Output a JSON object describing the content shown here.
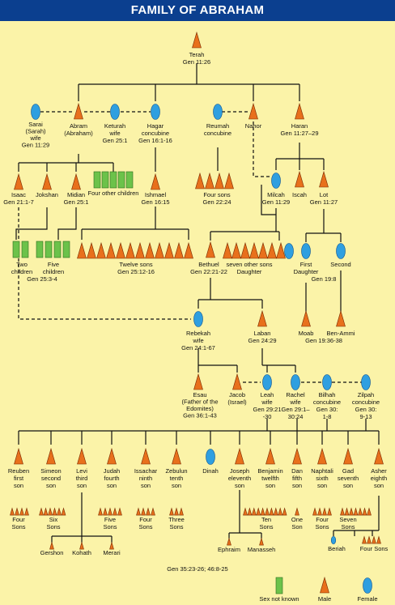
{
  "title": "FAMILY OF ABRAHAM",
  "colors": {
    "male": "#e8701c",
    "female": "#2f9fe0",
    "unknown": "#6cc24a",
    "header": "#0b3f8f",
    "background": "#fbf3a8"
  },
  "people": {
    "terah": [
      "Terah",
      "Gen 11:26"
    ],
    "sarai": [
      "Sarai",
      "(Sarah)",
      "wife",
      "Gen 11:29"
    ],
    "abram": [
      "Abram",
      "(Abraham)"
    ],
    "keturah": [
      "Keturah",
      "wife",
      "Gen 25:1"
    ],
    "hagar": [
      "Hagar",
      "concubine",
      "Gen 16:1-16"
    ],
    "reumah": [
      "Reumah",
      "concubine"
    ],
    "nahor": [
      "Nahor"
    ],
    "haran": [
      "Haran",
      "Gen 11:27–29"
    ],
    "isaac": [
      "Isaac",
      "Gen 21:1-7"
    ],
    "jokshan": [
      "Jokshan"
    ],
    "midian": [
      "Midian",
      "Gen 25:1"
    ],
    "four_other_children": [
      "Four other children"
    ],
    "ishmael": [
      "Ishmael",
      "Gen 16:15"
    ],
    "four_sons_reumah": [
      "Four sons",
      "Gen 22:24"
    ],
    "milcah": [
      "Milcah",
      "Gen 11:29"
    ],
    "iscah": [
      "Iscah"
    ],
    "lot": [
      "Lot",
      "Gen 11:27"
    ],
    "two_children": [
      "Two",
      "children"
    ],
    "five_children": [
      "Five",
      "children"
    ],
    "gen_25_3_4": [
      "Gen 25:3-4"
    ],
    "twelve_sons": [
      "Twelve sons",
      "Gen 25:12-16"
    ],
    "bethuel": [
      "Bethuel",
      "Gen 22:21-22"
    ],
    "seven_other_sons": [
      "seven other sons",
      "Daughter"
    ],
    "first_daughter": [
      "First",
      "Daughter"
    ],
    "second_daughter": [
      "Second"
    ],
    "gen_19_8": [
      "Gen 19:8"
    ],
    "moab": [
      "Moab"
    ],
    "ben_ammi": [
      "Ben-Ammi"
    ],
    "gen_19_36_38": [
      "Gen 19:36-38"
    ],
    "rebekah": [
      "Rebekah",
      "wife",
      "Gen 24:1-67"
    ],
    "laban": [
      "Laban",
      "Gen 24:29"
    ],
    "esau": [
      "Esau",
      "(Father of the",
      "Edomites)",
      "Gen 36:1-43"
    ],
    "jacob": [
      "Jacob",
      "(Israel)"
    ],
    "leah": [
      "Leah",
      "wife",
      "Gen 29:21",
      "-30"
    ],
    "rachel": [
      "Rachel",
      "wife",
      "Gen 29:1–",
      "30:24"
    ],
    "bilhah": [
      "Bilhah",
      "concubine",
      "Gen 30:",
      "1-8"
    ],
    "zilpah": [
      "Zilpah",
      "concubine",
      "Gen 30:",
      "9-13"
    ],
    "reuben": [
      "Reuben",
      "first",
      "son"
    ],
    "simeon": [
      "Simeon",
      "second",
      "son"
    ],
    "levi": [
      "Levi",
      "third",
      "son"
    ],
    "judah": [
      "Judah",
      "fourth",
      "son"
    ],
    "issachar": [
      "Issachar",
      "ninth",
      "son"
    ],
    "zebulun": [
      "Zebulun",
      "tenth",
      "son"
    ],
    "dinah": [
      "Dinah"
    ],
    "joseph": [
      "Joseph",
      "eleventh",
      "son"
    ],
    "benjamin": [
      "Benjamin",
      "twelfth",
      "son"
    ],
    "dan": [
      "Dan",
      "fifth",
      "son"
    ],
    "naphtali": [
      "Naphtali",
      "sixth",
      "son"
    ],
    "gad": [
      "Gad",
      "seventh",
      "son"
    ],
    "asher": [
      "Asher",
      "eighth",
      "son"
    ],
    "reuben_sons": [
      "Four",
      "Sons"
    ],
    "simeon_sons": [
      "Six",
      "Sons"
    ],
    "judah_sons": [
      "Five",
      "Sons"
    ],
    "issachar_sons": [
      "Four",
      "Sons"
    ],
    "zebulun_sons": [
      "Three",
      "Sons"
    ],
    "benjamin_sons": [
      "Ten",
      "Sons"
    ],
    "dan_sons": [
      "One",
      "Son"
    ],
    "naphtali_sons": [
      "Four",
      "Sons"
    ],
    "gad_sons": [
      "Seven",
      "Sons"
    ],
    "gershon": [
      "Gershon"
    ],
    "kohath": [
      "Kohath"
    ],
    "merari": [
      "Merari"
    ],
    "ephraim": [
      "Ephraim"
    ],
    "manasseh": [
      "Manasseh"
    ],
    "beriah": [
      "Beriah"
    ],
    "asher_sons": [
      "Four Sons"
    ]
  },
  "footnote": "Gen 35:23-26; 46:8-25",
  "legend": {
    "unknown": "Sex not known",
    "male": "Male",
    "female": "Female"
  }
}
